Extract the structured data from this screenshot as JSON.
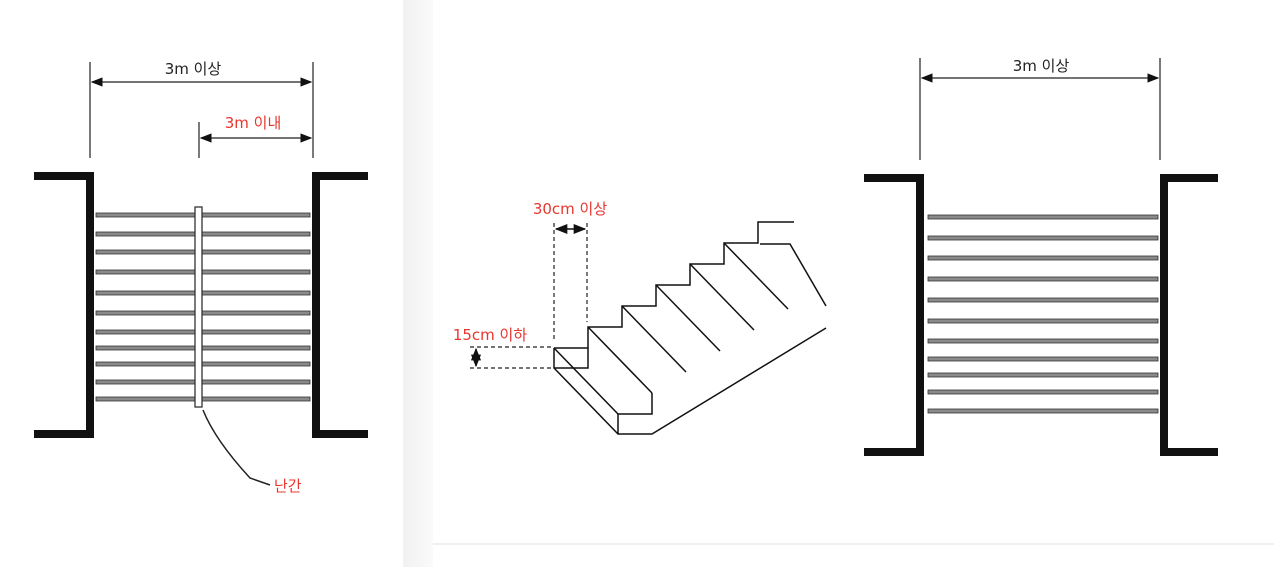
{
  "colors": {
    "dimension_text": "#222222",
    "emphasis_text": "#e8362f",
    "wall": "#111111"
  },
  "left_figure": {
    "width_label": "3m 이상",
    "handrail_spacing_label": "3m 이내",
    "handrail_label": "난간"
  },
  "middle_figure": {
    "tread_label": "30cm 이상",
    "riser_label": "15cm 이하"
  },
  "right_figure": {
    "width_label": "3m 이상"
  }
}
